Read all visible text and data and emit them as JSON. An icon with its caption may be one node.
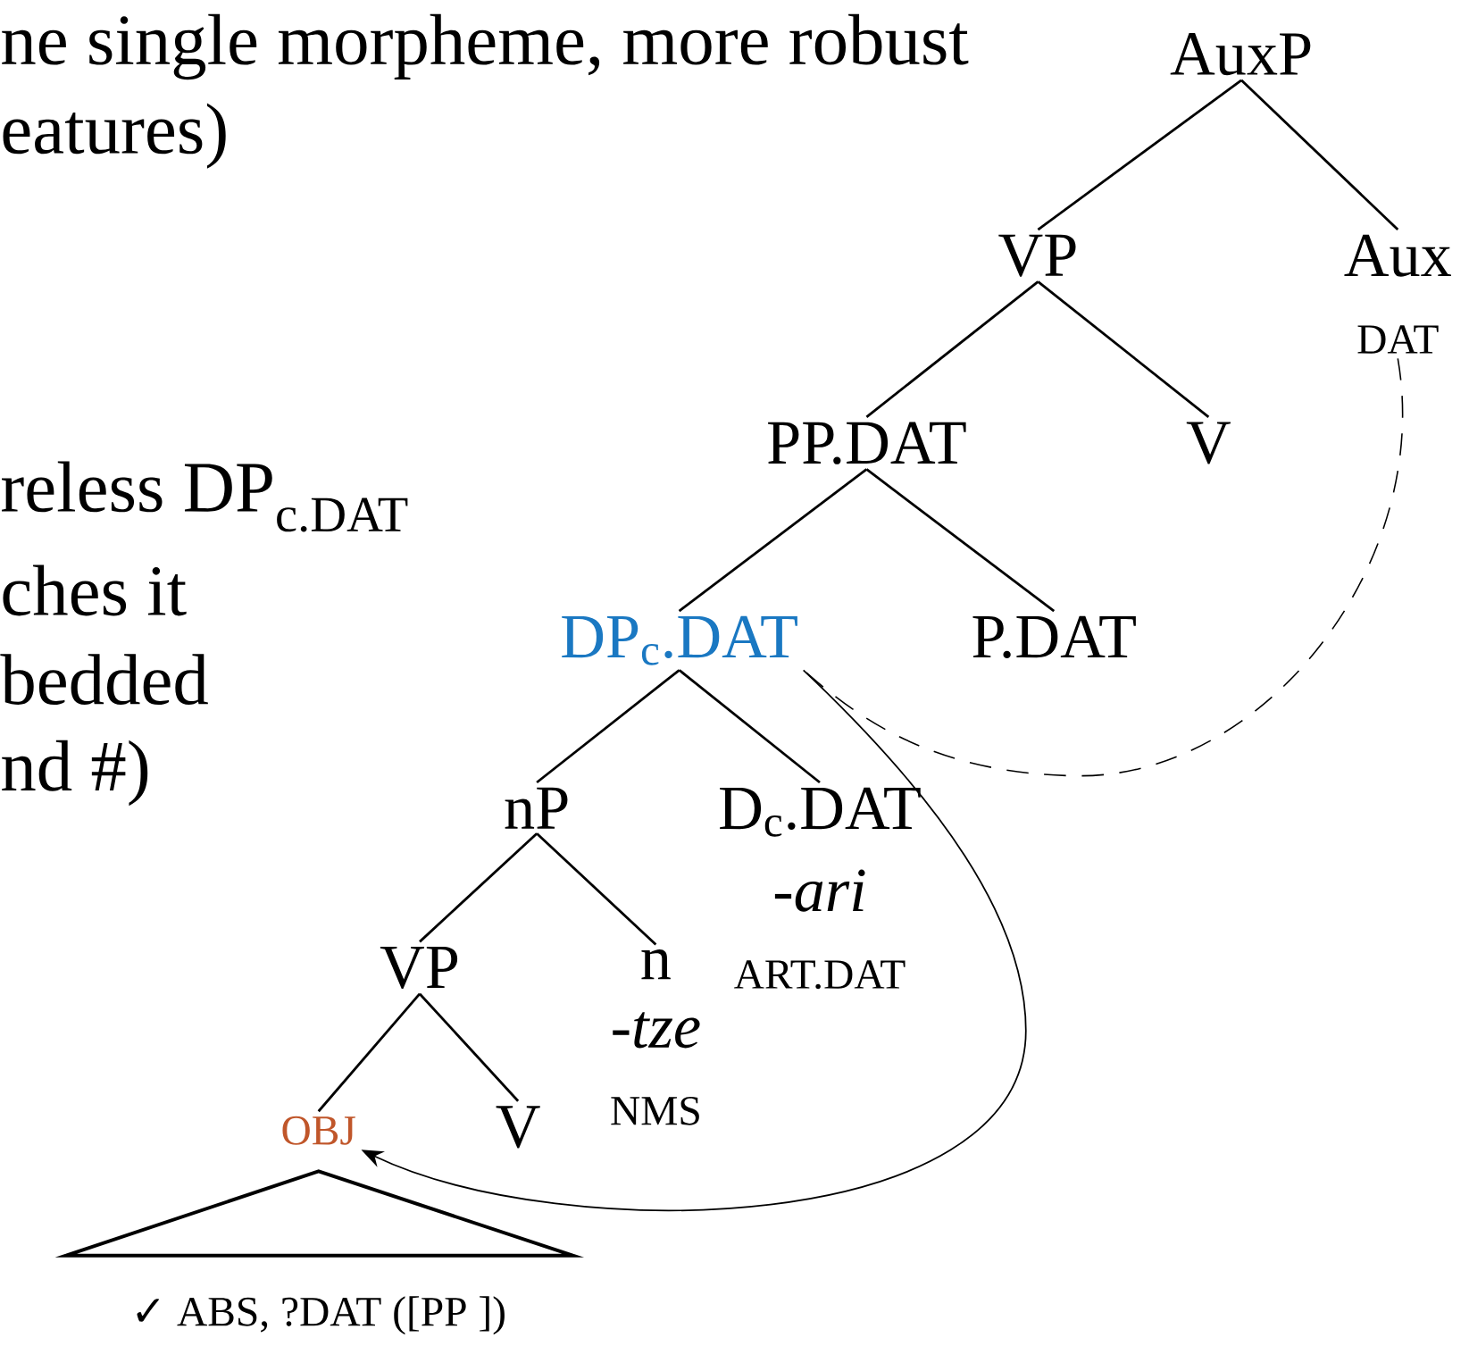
{
  "diagram": {
    "nodes": [
      {
        "text": [
          "AuxP"
        ]
      },
      {
        "text": [
          "VP"
        ]
      },
      {
        "text": [
          "Aux"
        ],
        "beside": [
          "DAT"
        ]
      },
      {
        "text": [
          "PP.DAT"
        ]
      },
      {
        "text": [
          "V"
        ]
      },
      {
        "text": [
          "DP$_{c}$.DAT"
        ]
      },
      {
        "text": [
          "P.DAT"
        ]
      },
      {
        "text": [
          "nP"
        ]
      },
      {
        "text": [
          "D$_{c}$.DAT"
        ],
        "beside": [
          "-ari",
          "ART.DAT"
        ]
      },
      {
        "text": [
          "VP"
        ]
      },
      {
        "text": [
          "n"
        ],
        "beside": [
          "-tze",
          "NMS"
        ]
      },
      {
        "text": [
          "OBJ"
        ]
      },
      {
        "text": [
          "V"
        ]
      },
      {
        "text": [
          "✓ ABS, ?DAT ([PP ])"
        ]
      }
    ],
    "edges": [
      {
        "from": 0,
        "to": 1,
        "arrow": "none"
      },
      {
        "from": 0,
        "to": 2,
        "arrow": "none"
      },
      {
        "from": 1,
        "to": 3,
        "arrow": "none"
      },
      {
        "from": 1,
        "to": 4,
        "arrow": "none"
      },
      {
        "from": 3,
        "to": 5,
        "arrow": "none"
      },
      {
        "from": 3,
        "to": 6,
        "arrow": "none"
      },
      {
        "from": 5,
        "to": 7,
        "arrow": "none"
      },
      {
        "from": 5,
        "to": 8,
        "arrow": "none"
      },
      {
        "from": 7,
        "to": 9,
        "arrow": "none"
      },
      {
        "from": 7,
        "to": 10,
        "arrow": "none"
      },
      {
        "from": 9,
        "to": 11,
        "arrow": "none"
      },
      {
        "from": 9,
        "to": 12,
        "arrow": "none"
      },
      {
        "from": 5,
        "to": 11,
        "arrow": "to"
      },
      {
        "from": 2,
        "to": 5,
        "arrow": "none",
        "style": "dashed"
      }
    ],
    "labels": [
      "ne single morpheme, more robust",
      "eatures)",
      "reless DP$_{c.DAT}$",
      "ches it",
      "bedded",
      "nd #)"
    ]
  }
}
